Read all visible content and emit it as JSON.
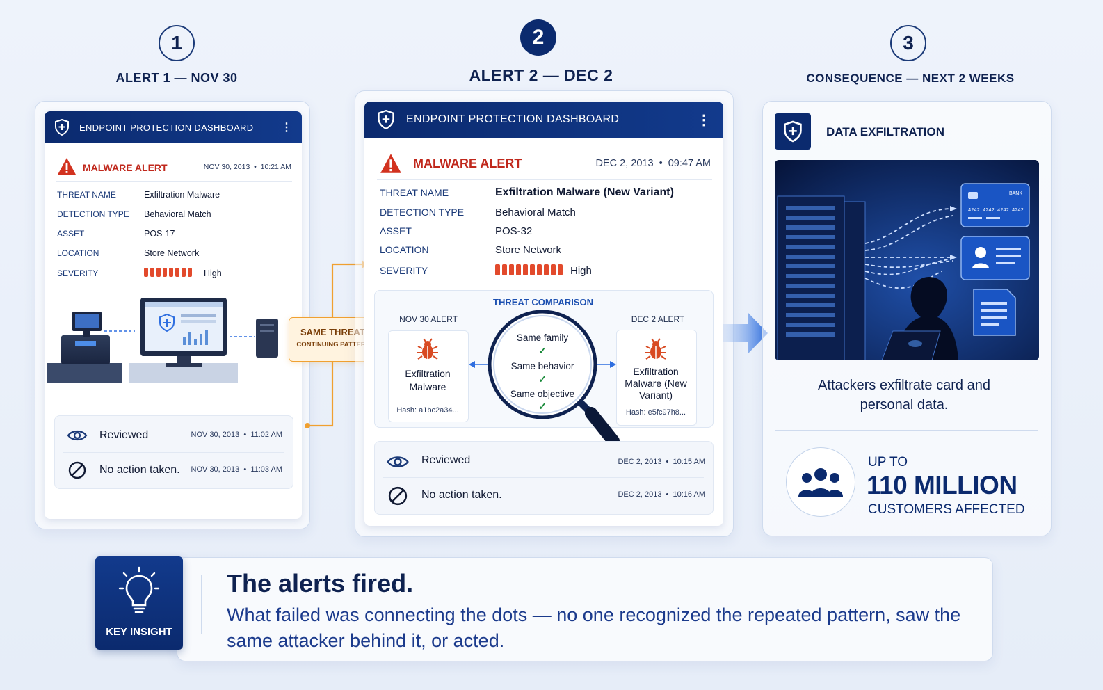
{
  "steps": [
    {
      "number": "1",
      "title": "ALERT 1 — NOV 30"
    },
    {
      "number": "2",
      "title": "ALERT 2 — DEC 2"
    },
    {
      "number": "3",
      "title": "CONSEQUENCE — NEXT 2 WEEKS"
    }
  ],
  "alert1": {
    "dashboard_title": "ENDPOINT PROTECTION DASHBOARD",
    "alert_label": "MALWARE ALERT",
    "alert_time": "NOV 30, 2013  •  10:21 AM",
    "fields": [
      {
        "key": "THREAT NAME",
        "value": "Exfiltration Malware"
      },
      {
        "key": "DETECTION TYPE",
        "value": "Behavioral Match"
      },
      {
        "key": "ASSET",
        "value": "POS-17"
      },
      {
        "key": "LOCATION",
        "value": "Store Network"
      },
      {
        "key": "SEVERITY",
        "value": "High"
      }
    ],
    "severity_bars": 8,
    "status": [
      {
        "label": "Reviewed",
        "time": "NOV 30, 2013  •  11:02 AM",
        "icon": "eye-icon"
      },
      {
        "label": "No action taken.",
        "time": "NOV 30, 2013  •  11:03 AM",
        "icon": "prohibited-icon"
      }
    ]
  },
  "connector": {
    "line1": "SAME THREAT,",
    "line2": "CONTINUING PATTERN"
  },
  "alert2": {
    "dashboard_title": "ENDPOINT PROTECTION DASHBOARD",
    "alert_label": "MALWARE ALERT",
    "alert_time": "DEC 2, 2013  •  09:47 AM",
    "fields": [
      {
        "key": "THREAT NAME",
        "value": "Exfiltration Malware (New Variant)"
      },
      {
        "key": "DETECTION TYPE",
        "value": "Behavioral Match"
      },
      {
        "key": "ASSET",
        "value": "POS-32"
      },
      {
        "key": "LOCATION",
        "value": "Store Network"
      },
      {
        "key": "SEVERITY",
        "value": "High"
      }
    ],
    "severity_bars": 10,
    "comparison": {
      "title": "THREAT COMPARISON",
      "left": {
        "header": "NOV 30 ALERT",
        "name": "Exfiltration Malware",
        "hash": "Hash: a1bc2a34..."
      },
      "right": {
        "header": "DEC 2 ALERT",
        "name": "Exfiltration Malware (New Variant)",
        "hash": "Hash: e5fc97h8..."
      },
      "checks": [
        "Same family",
        "Same behavior",
        "Same objective"
      ]
    },
    "status": [
      {
        "label": "Reviewed",
        "time": "DEC 2, 2013  •  10:15 AM",
        "icon": "eye-icon"
      },
      {
        "label": "No action taken.",
        "time": "DEC 2, 2013  •  10:16 AM",
        "icon": "prohibited-icon"
      }
    ]
  },
  "consequence": {
    "title": "DATA EXFILTRATION",
    "card_brand": "BANK",
    "card_number": "4242  4242  4242  4242",
    "caption": "Attackers exfiltrate card and personal data.",
    "stat_prefix": "UP TO",
    "stat_value": "110 MILLION",
    "stat_suffix": "CUSTOMERS AFFECTED"
  },
  "insight": {
    "badge": "KEY INSIGHT",
    "headline": "The alerts fired.",
    "body": "What failed was connecting the dots — no one recognized the repeated pattern, saw the same attacker behind it, or acted."
  },
  "colors": {
    "navy": "#0b2a6e",
    "alert_red": "#c0281c",
    "severity": "#e24a2c",
    "accent_orange": "#f0a030",
    "accent_blue": "#2f6fe0"
  }
}
